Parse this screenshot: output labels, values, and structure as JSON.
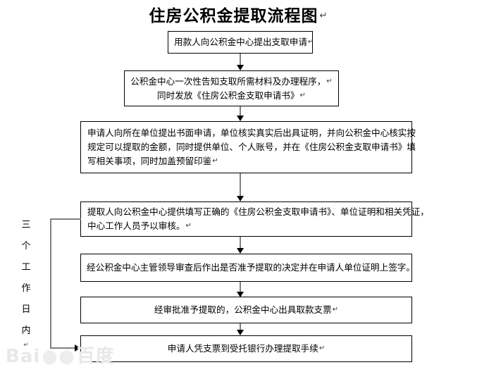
{
  "title": {
    "text": "住房公积金提取流程图",
    "return_mark": "↵"
  },
  "side_label": {
    "name": "three-working-days",
    "chars": [
      "三",
      "个",
      "工",
      "作",
      "日",
      "内"
    ],
    "return_mark": "↵",
    "full_text": "三个工作日内"
  },
  "watermark": {
    "text_left": "Bai",
    "text_right": "百度"
  },
  "flow": {
    "nodes": [
      {
        "id": "node-1",
        "name": "step-submit-application",
        "align": "center",
        "lines": [
          "用款人向公积金中心提出支取申请"
        ],
        "return_marks": [
          "↵"
        ]
      },
      {
        "id": "node-2",
        "name": "step-center-informs-materials",
        "align": "center",
        "lines": [
          "公积金中心一次性告知支取所需材料及办理程序，",
          "同时发放《住房公积金支取申请书》"
        ],
        "return_marks": [
          "↵",
          "↵"
        ]
      },
      {
        "id": "node-3",
        "name": "step-employer-written-application",
        "align": "left",
        "lines": [
          "申请人向所在单位提出书面申请，单位核实真实后出具证明，并向公积金中心核实按",
          "规定可以提取的金额，同时提供单位、个人账号，并在《住房公积金支取申请书》填",
          "写相关事项，同时加盖预留印鉴"
        ],
        "return_marks": [
          "",
          "",
          "↵"
        ]
      },
      {
        "id": "node-4",
        "name": "step-submit-documents-for-review",
        "align": "left",
        "lines": [
          "提取人向公积金中心提供填写正确的《住房公积金支取申请书》、单位证明和相关凭证，",
          "中心工作人员予以审核。"
        ],
        "return_marks": [
          "",
          "↵"
        ]
      },
      {
        "id": "node-5",
        "name": "step-director-approval-signature",
        "align": "center",
        "lines": [
          "经公积金中心主管领导审查后作出是否准予提取的决定并在申请人单位证明上签字。"
        ],
        "return_marks": [
          ""
        ]
      },
      {
        "id": "node-6",
        "name": "step-issue-withdrawal-check",
        "align": "center",
        "lines": [
          "经审批准予提取的，公积金中心出具取款支票"
        ],
        "return_marks": [
          "↵"
        ]
      },
      {
        "id": "node-7",
        "name": "step-bank-withdrawal-procedure",
        "align": "center",
        "lines": [
          "申请人凭支票到受托银行办理提取手续"
        ],
        "return_marks": [
          "↵"
        ]
      }
    ]
  },
  "colors": {
    "border": "#000000",
    "connector": "#808080",
    "arrow": "#000000",
    "text": "#000000",
    "background": "#ffffff",
    "watermark": "#e8e8e8"
  }
}
